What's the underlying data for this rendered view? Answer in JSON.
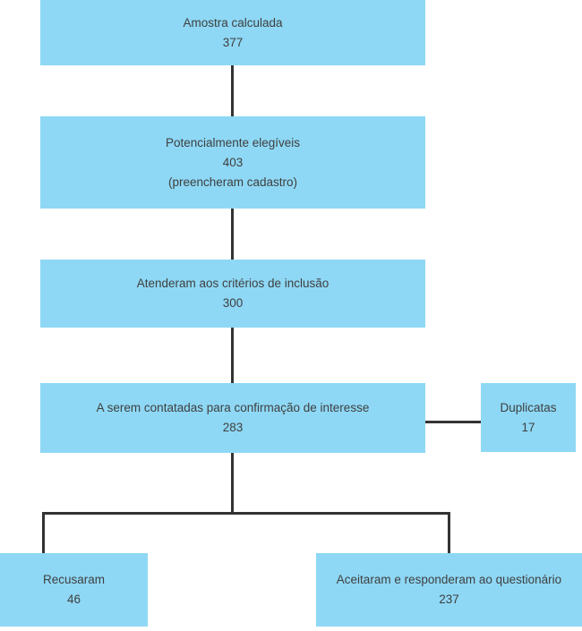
{
  "flowchart": {
    "colors": {
      "box_fill": "#8ED8F5",
      "line": "#333333",
      "text": "#3F3F3F"
    },
    "boxes": {
      "amostra_calculada": {
        "title": "Amostra calculada",
        "value": "377"
      },
      "potencialmente_elegiveis": {
        "title": "Potencialmente elegíveis",
        "value": "403",
        "note": "(preencheram cadastro)"
      },
      "atenderam_criterios": {
        "title": "Atenderam aos critérios de inclusão",
        "value": "300"
      },
      "a_serem_contatadas": {
        "title": "A serem contatadas para confirmação de interesse",
        "value": "283"
      },
      "duplicatas": {
        "title": "Duplicatas",
        "value": "17"
      },
      "recusaram": {
        "title": "Recusaram",
        "value": "46"
      },
      "aceitaram": {
        "title": "Aceitaram e responderam ao questionário",
        "value": "237"
      }
    }
  }
}
